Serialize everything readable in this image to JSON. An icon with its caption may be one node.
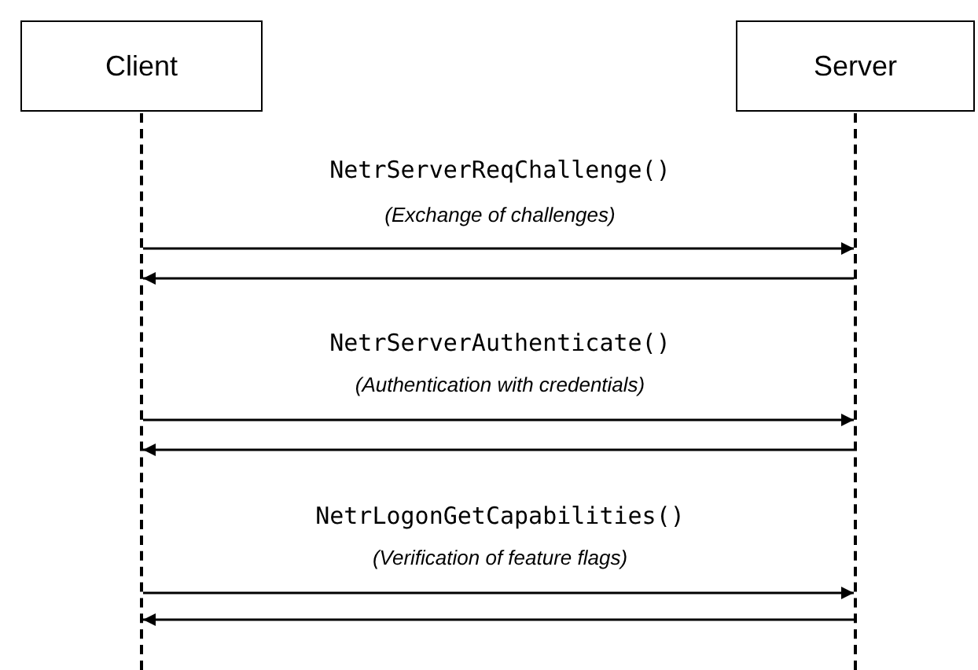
{
  "diagram": {
    "nodes": [
      {
        "text": [
          "Client"
        ]
      },
      {
        "text": [
          "Server"
        ]
      },
      {
        "text": [],
        "shape": "line"
      },
      {
        "text": [],
        "shape": "line"
      }
    ],
    "edges": [
      {
        "from": 2,
        "to": 3,
        "arrow": "to"
      },
      {
        "from": 3,
        "to": 2,
        "arrow": "to"
      },
      {
        "from": 2,
        "to": 3,
        "arrow": "to"
      },
      {
        "from": 3,
        "to": 2,
        "arrow": "to"
      },
      {
        "from": 2,
        "to": 3,
        "arrow": "to"
      },
      {
        "from": 3,
        "to": 2,
        "arrow": "to"
      }
    ],
    "labels": [
      "NetrServerReqChallenge()",
      "(Exchange of challenges)",
      "NetrServerAuthenticate()",
      "(Authentication with credentials)",
      "NetrLogonGetCapabilities()",
      "(Verification of feature flags)"
    ]
  }
}
